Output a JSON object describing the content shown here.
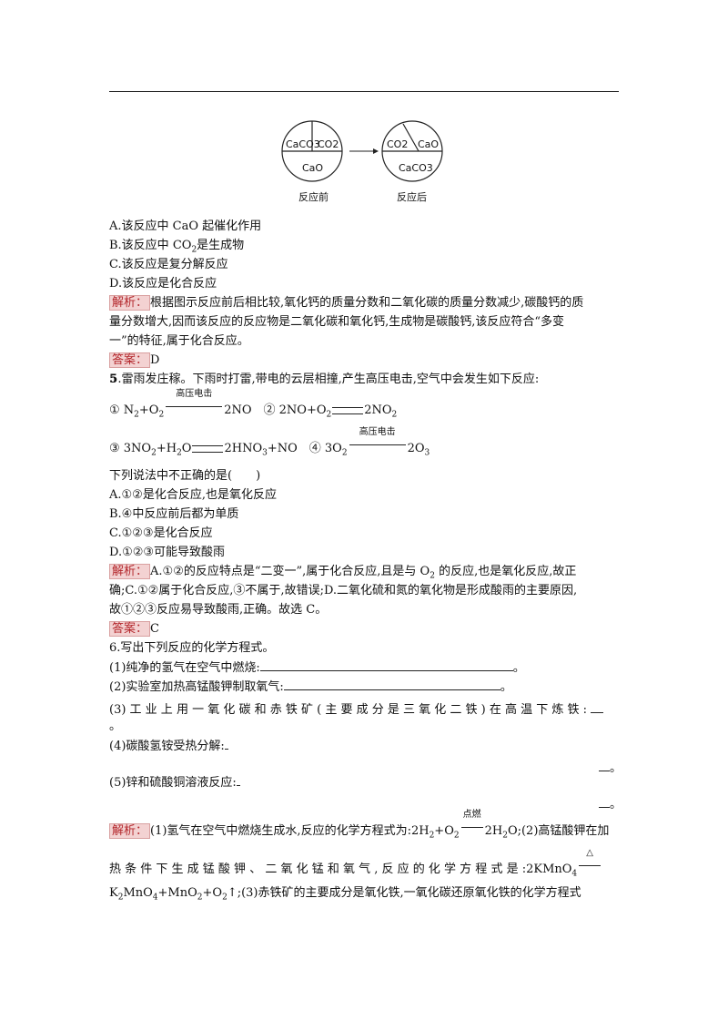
{
  "diagram": {
    "before": {
      "s1": "CaCO3",
      "s2": "CO2",
      "s3": "CaO",
      "caption": "反应前"
    },
    "after": {
      "s1": "CO2",
      "s2": "CaO",
      "s3": "CaCO3",
      "caption": "反应后"
    }
  },
  "q4": {
    "opt_a": "A.该反应中 CaO 起催化作用",
    "opt_b_pre": "B.该反应中 CO",
    "opt_b_post": "是生成物",
    "opt_c": "C.该反应是复分解反应",
    "opt_d": "D.该反应是化合反应",
    "analysis_label": "解析：",
    "analysis_1": "根据图示反应前后相比较,氧化钙的质量分数和二氧化碳的质量分数减少,碳酸钙的质",
    "analysis_2": "量分数增大,因而该反应的反应物是二氧化碳和氧化钙,生成物是碳酸钙,该反应符合“多变",
    "analysis_3": "一”的特征,属于化合反应。",
    "answer_label": "答案：",
    "answer": "D"
  },
  "q5": {
    "stem": "5.雷雨发庄稼。下雨时打雷,带电的云层相撞,产生高压电击,空气中会发生如下反应:",
    "cond_hv": "高压电击",
    "question": "下列说法中不正确的是(　　)",
    "opt_a": "A.①②是化合反应,也是氧化反应",
    "opt_b": "B.④中反应前后都为单质",
    "opt_c": "C.①②③是化合反应",
    "opt_d": "D.①②③可能导致酸雨",
    "analysis_label": "解析：",
    "analysis_1a": "A.①②的反应特点是“二变一”,属于化合反应,且是与 O",
    "analysis_1b": " 的反应,也是氧化反应,故正",
    "analysis_2": "确;C.①②属于化合反应,③不属于,故错误;D.二氧化硫和氮的氧化物是形成酸雨的主要原因,",
    "analysis_3": "故①②③反应易导致酸雨,正确。故选 C。",
    "answer_label": "答案：",
    "answer": "C"
  },
  "q6": {
    "stem": "6.写出下列反应的化学方程式。",
    "p1": "(1)纯净的氢气在空气中燃烧:",
    "p2": "(2)实验室加热高锰酸钾制取氧气:",
    "p3": "(3) 工 业 上 用 一 氧 化 碳 和 赤 铁 矿 ( 主 要 成 分 是 三 氧 化 二 铁 ) 在 高 温 下 炼 铁 :",
    "p4": "(4)碳酸氢铵受热分解:",
    "p5": "(5)锌和硫酸铜溶液反应:",
    "end_mark": "。",
    "analysis_label": "解析：",
    "a1_pre": "(1)氢气在空气中燃烧生成水,反应的化学方程式为:2H",
    "a1_cond": "点燃",
    "a1_post": "2H",
    "a1_tail": "O;(2)高锰酸钾在加",
    "a2": "热 条 件 下 生 成 锰 酸 钾 、 二 氧 化 锰 和 氧 气 , 反 应 的 化 学 方 程 式 是 :2KMnO",
    "a2_cond": "△",
    "a3_tail": ";(3)赤铁矿的主要成分是氧化铁,一氧化碳还原氧化铁的化学方程式"
  }
}
